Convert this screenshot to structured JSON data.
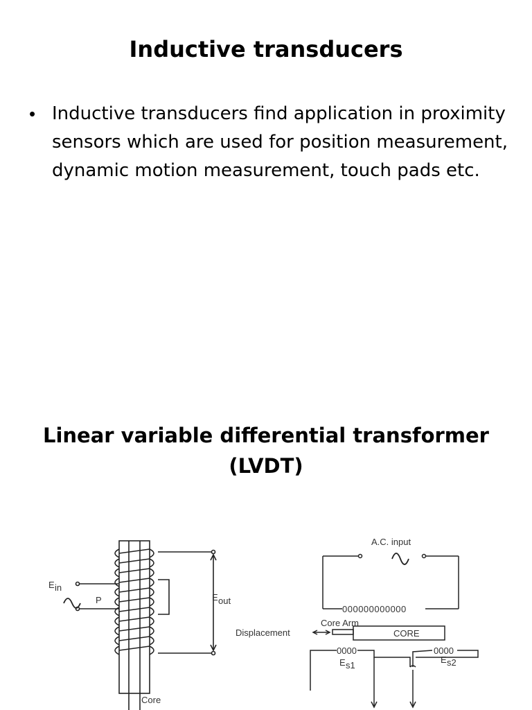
{
  "slide": {
    "title": "Inductive transducers",
    "bullets": [
      {
        "text": "Inductive transducers find application in proximity sensors which are used for position measurement, dynamic motion measurement, touch pads etc."
      }
    ],
    "subtitle": "Linear variable differential transformer (LVDT)"
  },
  "figure": {
    "left": {
      "ein_label": "E",
      "ein_sub": "in",
      "p_label": "P",
      "eout_label": "E",
      "eout_sub": "out",
      "core_label": "Core"
    },
    "right": {
      "ac_input_label": "A.C. input",
      "coil_label": "000000000000",
      "core_arm_label": "Core Arm",
      "displacement_label": "Displacement",
      "core_box_label": "CORE",
      "es1_coil": "0000",
      "es2_coil": "0000",
      "es1_label": "E",
      "es1_sub": "s1",
      "es2_label": "E",
      "es2_sub": "s2"
    }
  }
}
